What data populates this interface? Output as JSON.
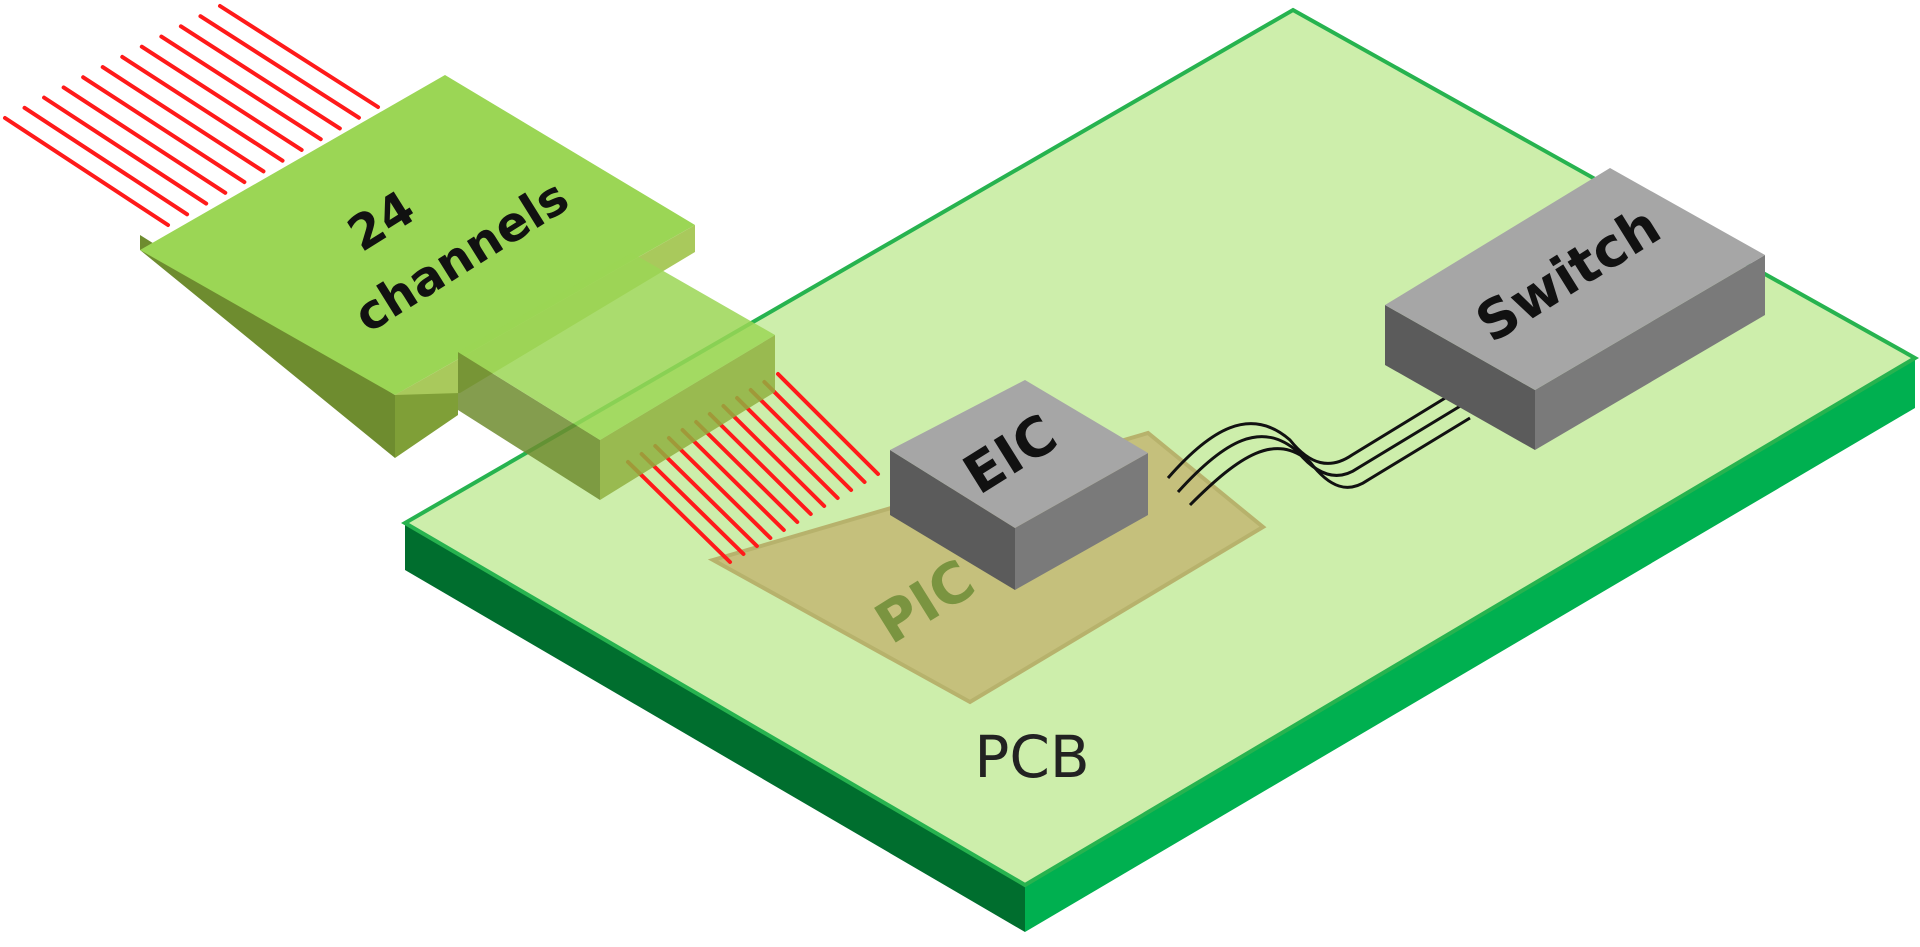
{
  "labels": {
    "connector_line1": "24",
    "connector_line2": "channels",
    "eic": "EIC",
    "pic": "PIC",
    "switch": "Switch",
    "pcb": "PCB"
  },
  "colors": {
    "pcb_top": "#cdeeab",
    "pcb_edge": "#27b34f",
    "pcb_front": "#00b050",
    "pcb_left": "#006e2e",
    "connector_top": "#9bd655",
    "connector_front": "#6e8c2f",
    "connector_side": "#a9c95c",
    "pic_top": "#c5c07c",
    "pic_label": "#7a9440",
    "chip_top": "#a6a6a6",
    "chip_left": "#5b5b5b",
    "chip_right": "#7a7a7a",
    "fiber": "#ff1a1a",
    "wire": "#111111"
  },
  "counts": {
    "fiber_strands_shown": 12,
    "wire_bundle": 3
  }
}
